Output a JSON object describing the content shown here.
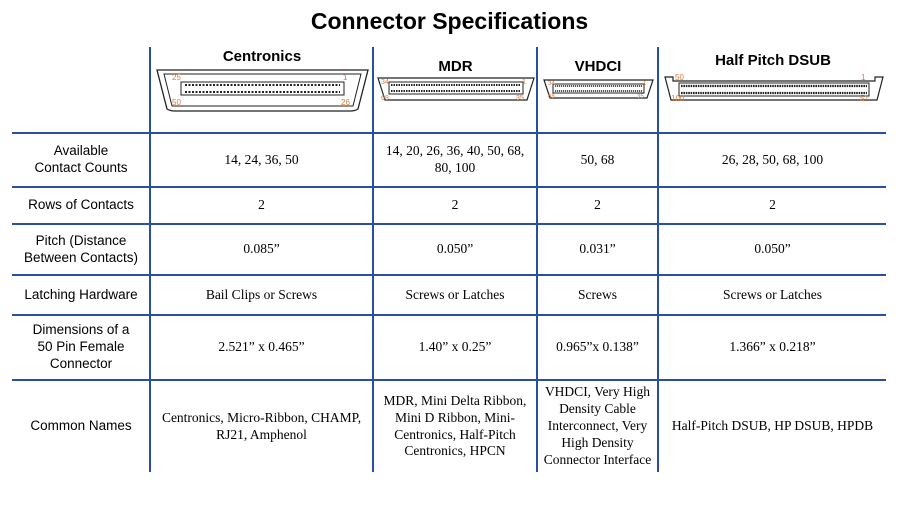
{
  "title": "Connector Specifications",
  "columns": [
    "Centronics",
    "MDR",
    "VHDCI",
    "Half Pitch DSUB"
  ],
  "pin_labels": {
    "centronics": {
      "top_left": "25",
      "top_right": "1",
      "bottom_left": "50",
      "bottom_right": "26"
    },
    "mdr": {
      "top_left": "34",
      "top_right": "1",
      "bottom_left": "68",
      "bottom_right": "35"
    },
    "vhdci": {
      "top_left": "34",
      "top_right": "1",
      "bottom_left": "68",
      "bottom_right": "35"
    },
    "dsub": {
      "top_left": "50",
      "top_right": "1",
      "bottom_left": "100",
      "bottom_right": "51"
    }
  },
  "rows": [
    {
      "label": "Available Contact Counts",
      "values": [
        "14, 24, 36, 50",
        "14, 20, 26, 36, 40, 50, 68, 80, 100",
        "50, 68",
        "26, 28, 50, 68, 100"
      ]
    },
    {
      "label": "Rows of Contacts",
      "values": [
        "2",
        "2",
        "2",
        "2"
      ]
    },
    {
      "label": "Pitch (Distance Between Contacts)",
      "values": [
        "0.085”",
        "0.050”",
        "0.031”",
        "0.050”"
      ]
    },
    {
      "label": "Latching Hardware",
      "values": [
        "Bail Clips or Screws",
        "Screws or Latches",
        "Screws",
        "Screws or Latches"
      ]
    },
    {
      "label": "Dimensions of a 50 Pin Female Connector",
      "values": [
        "2.521” x 0.465”",
        "1.40” x 0.25”",
        "0.965”x 0.138”",
        "1.366” x 0.218”"
      ]
    },
    {
      "label": "Common Names",
      "values": [
        "Centronics, Micro-Ribbon, CHAMP, RJ21, Amphenol",
        "MDR, Mini Delta Ribbon, Mini D Ribbon, Mini-Centronics, Half-Pitch Centronics, HPCN",
        "VHDCI, Very High Density Cable Interconnect, Very High Density Connector Interface",
        "Half-Pitch DSUB, HP DSUB, HPDB"
      ]
    }
  ],
  "colors": {
    "rule": "#2a4fa0",
    "pin_label": "#e07a3a"
  }
}
